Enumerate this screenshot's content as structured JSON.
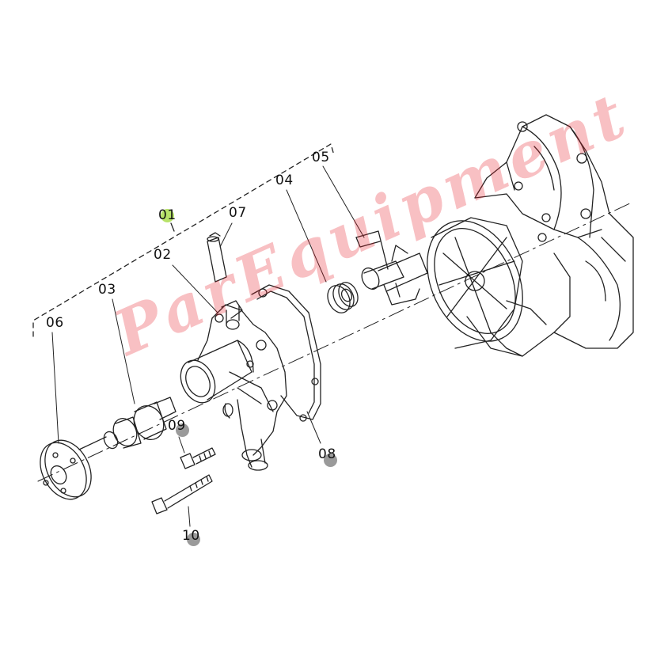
{
  "diagram": {
    "labels": {
      "p01": "01",
      "p02": "02",
      "p03": "03",
      "p04": "04",
      "p05": "05",
      "p06": "06",
      "p07": "07",
      "p08": "08",
      "p09": "09",
      "p10": "10"
    },
    "highlight_colors": {
      "green": "#b8e36a",
      "gray": "#9a9a9a"
    },
    "line_color": "#222222",
    "watermark_color": "#e8202a"
  }
}
